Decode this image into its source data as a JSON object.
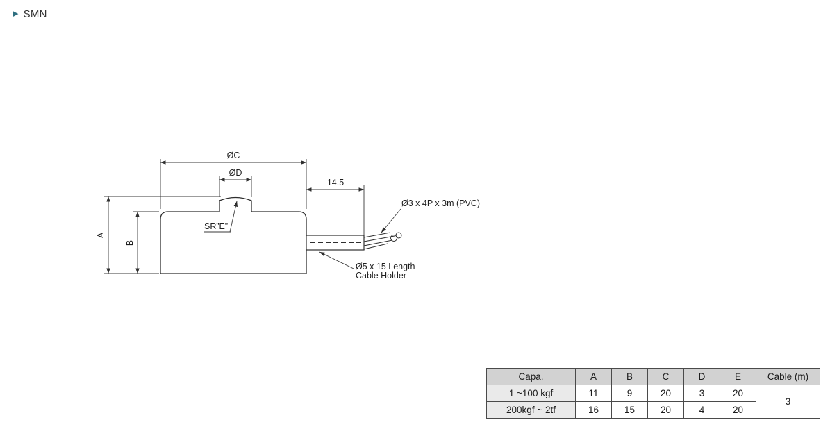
{
  "page": {
    "title": "SMN",
    "title_arrow": "▶"
  },
  "drawing": {
    "labels": {
      "dim_c": "ØC",
      "dim_d": "ØD",
      "dim_145": "14.5",
      "dim_a": "A",
      "dim_b": "B",
      "sr_e": "SR”E”",
      "cable_spec": "Ø3 x 4P x 3m (PVC)",
      "cable_holder_line1": "Ø5 x 15 Length",
      "cable_holder_line2": "Cable Holder"
    }
  },
  "table": {
    "headers": [
      "Capa.",
      "A",
      "B",
      "C",
      "D",
      "E",
      "Cable (m)"
    ],
    "rows": [
      {
        "capa": "1 ~100 kgf",
        "a": "11",
        "b": "9",
        "c": "20",
        "d": "3",
        "e": "20"
      },
      {
        "capa": "200kgf ~ 2tf",
        "a": "16",
        "b": "15",
        "c": "20",
        "d": "4",
        "e": "20"
      }
    ],
    "cable_value": "3"
  },
  "colors": {
    "accent_arrow": "#2e6f80",
    "drawing_line": "#2e2e2e",
    "table_border": "#4a4a4a",
    "table_header_bg": "#d2d2d2",
    "table_capa_bg": "#eaeaea",
    "background": "#ffffff"
  }
}
